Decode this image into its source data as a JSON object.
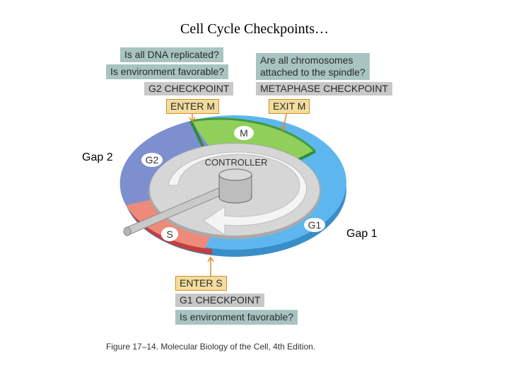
{
  "title": "Cell Cycle Checkpoints…",
  "labels": {
    "gap2": "Gap 2",
    "gap1": "Gap 1"
  },
  "g2_checkpoint": {
    "question1": "Is all DNA replicated?",
    "question2": "Is environment favorable?",
    "name": "G2 CHECKPOINT",
    "transition": "ENTER M"
  },
  "metaphase_checkpoint": {
    "question": "Are all chromosomes attached to the spindle?",
    "question_line1": "Are all chromosomes",
    "question_line2": "attached to the spindle?",
    "name": "METAPHASE CHECKPOINT",
    "transition": "EXIT M"
  },
  "g1_checkpoint": {
    "transition": "ENTER S",
    "name": "G1 CHECKPOINT",
    "question": "Is environment favorable?"
  },
  "cycle": {
    "phase_m": "M",
    "phase_g2": "G2",
    "phase_g1": "G1",
    "phase_s": "S",
    "controller": "CONTROLLER"
  },
  "colors": {
    "m_phase": "#8fcf5a",
    "g2_phase": "#7d8fcf",
    "g1_phase": "#5db7ee",
    "s_phase": "#ee8a7a",
    "question_box": "#a8c4c0",
    "checkpoint_box": "#c8c8c8",
    "transition_box": "#f2dd9e"
  },
  "caption": "Figure 17–14. Molecular Biology of the Cell, 4th Edition."
}
